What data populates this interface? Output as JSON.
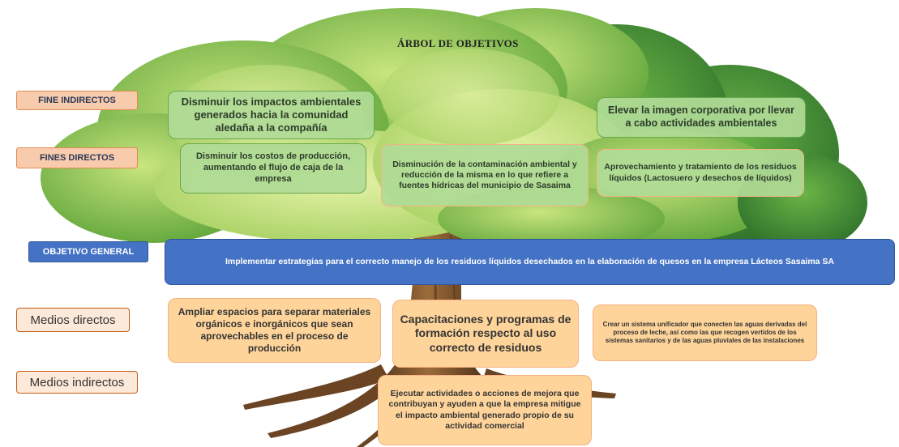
{
  "title": "ÁRBOL DE OBJETIVOS",
  "labels": {
    "fines_indirectos": "FINE INDIRECTOS",
    "fines_directos": "FINES DIRECTOS",
    "objetivo_general": "OBJETIVO GENERAL",
    "medios_directos": "Medios directos",
    "medios_indirectos": "Medios indirectos"
  },
  "fines_indirectos": [
    "Disminuir los impactos ambientales generados hacia la comunidad aledaña a la compañía",
    "Elevar la imagen corporativa por llevar a cabo actividades ambientales"
  ],
  "fines_directos": [
    "Disminuir los costos de producción, aumentando el flujo de caja de la empresa",
    "Disminución de la contaminación ambiental y reducción de la misma en lo que refiere a fuentes hídricas del municipio de Sasaima",
    "Aprovechamiento y tratamiento de los residuos líquidos (Lactosuero y desechos de líquidos)"
  ],
  "objetivo_general": "Implementar estrategias para el correcto manejo de los residuos líquidos desechados en la elaboración de quesos en la empresa Lácteos Sasaima SA",
  "medios_directos": [
    "Ampliar espacios para separar materiales orgánicos e inorgánicos que sean aprovechables en el proceso de producción",
    "Capacitaciones y programas de formación respecto al uso correcto de residuos",
    "Crear un sistema unificador que conecten las aguas derivadas del proceso de leche, así como las que recogen vertidos de los sistemas sanitarios y de las aguas pluviales de las instalaciones"
  ],
  "medios_indirectos": [
    "Ejecutar actividades o acciones de mejora que contribuyan y ayuden a que la empresa mitigue el impacto ambiental generado propio de su actividad comercial"
  ],
  "colors": {
    "leaf_light": "#c5e08a",
    "leaf_mid": "#8cc63f",
    "leaf_dark": "#3f8f2f",
    "trunk": "#8b5a2b",
    "label_fine": "#f8cbad",
    "label_objective": "#4472c4",
    "box_green": "#b0db96",
    "box_orange": "#fed49a"
  }
}
